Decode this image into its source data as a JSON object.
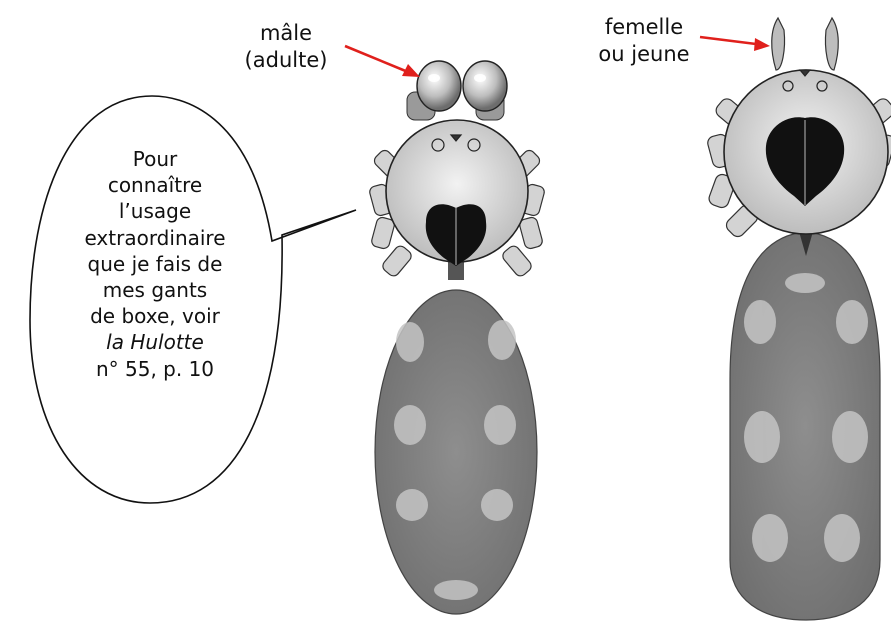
{
  "labels": {
    "male": [
      "mâle",
      "(adulte)"
    ],
    "female": [
      "femelle",
      "ou jeune"
    ]
  },
  "speech_bubble": {
    "lines": [
      "Pour",
      "connaître",
      "l’usage",
      "extraordinaire",
      "que je fais de",
      "mes gants",
      "de boxe, voir",
      "la Hulotte",
      "n° 55, p. 10"
    ]
  },
  "colors": {
    "arrow": "#e0201c",
    "ink": "#1a1a1a",
    "body_fill": "#9a9a9a",
    "cephalothorax_fill": "#d9d9d9"
  }
}
